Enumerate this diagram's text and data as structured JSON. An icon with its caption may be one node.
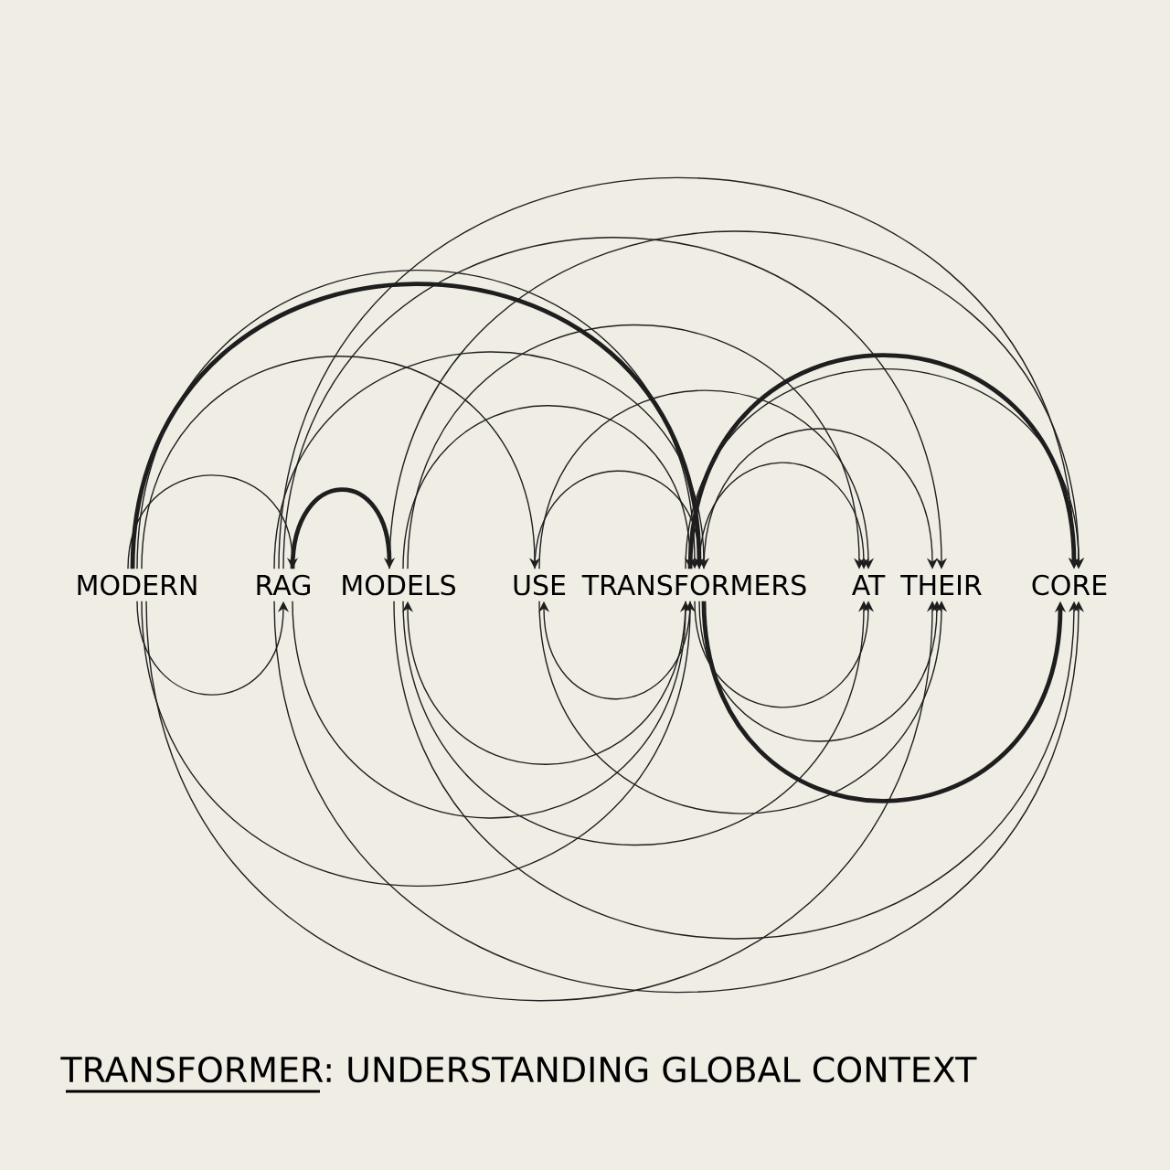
{
  "diagram": {
    "caption": "TRANSFORMER: UNDERSTANDING GLOBAL CONTEXT",
    "nodes": [
      {
        "text": [
          "MODERN"
        ]
      },
      {
        "text": [
          "RAG"
        ]
      },
      {
        "text": [
          "MODELS"
        ]
      },
      {
        "text": [
          "USE"
        ]
      },
      {
        "text": [
          "TRANSFORMERS"
        ]
      },
      {
        "text": [
          "AT"
        ]
      },
      {
        "text": [
          "THEIR"
        ]
      },
      {
        "text": [
          "CORE"
        ]
      }
    ],
    "edges": [
      {
        "from": 0,
        "to": 1,
        "arrow": "to"
      },
      {
        "from": 0,
        "to": 4,
        "arrow": "to",
        "style": "thick"
      },
      {
        "from": 0,
        "to": 4,
        "arrow": "to"
      },
      {
        "from": 0,
        "to": 3,
        "arrow": "to"
      },
      {
        "from": 1,
        "to": 2,
        "arrow": "to",
        "style": "thick"
      },
      {
        "from": 1,
        "to": 4,
        "arrow": "to"
      },
      {
        "from": 1,
        "to": 7,
        "arrow": "to"
      },
      {
        "from": 1,
        "to": 6,
        "arrow": "to"
      },
      {
        "from": 2,
        "to": 4,
        "arrow": "to"
      },
      {
        "from": 2,
        "to": 5,
        "arrow": "to"
      },
      {
        "from": 2,
        "to": 7,
        "arrow": "to"
      },
      {
        "from": 3,
        "to": 4,
        "arrow": "to"
      },
      {
        "from": 3,
        "to": 5,
        "arrow": "to"
      },
      {
        "from": 4,
        "to": 5,
        "arrow": "to"
      },
      {
        "from": 4,
        "to": 6,
        "arrow": "to"
      },
      {
        "from": 4,
        "to": 7,
        "arrow": "to"
      },
      {
        "from": 4,
        "to": 7,
        "arrow": "to",
        "style": "thick"
      },
      {
        "from": 0,
        "to": 1,
        "arrow": "to"
      },
      {
        "from": 0,
        "to": 4,
        "arrow": "to"
      },
      {
        "from": 1,
        "to": 4,
        "arrow": "to"
      },
      {
        "from": 4,
        "to": 2,
        "arrow": "to"
      },
      {
        "from": 4,
        "to": 3,
        "arrow": "to"
      },
      {
        "from": 4,
        "to": 5,
        "arrow": "to"
      },
      {
        "from": 4,
        "to": 6,
        "arrow": "to"
      },
      {
        "from": 4,
        "to": 7,
        "arrow": "to",
        "style": "thick"
      },
      {
        "from": 1,
        "to": 7,
        "arrow": "to"
      },
      {
        "from": 2,
        "to": 7,
        "arrow": "to"
      },
      {
        "from": 3,
        "to": 6,
        "arrow": "to"
      },
      {
        "from": 2,
        "to": 5,
        "arrow": "to"
      },
      {
        "from": 0,
        "to": 6,
        "arrow": "to"
      }
    ]
  }
}
